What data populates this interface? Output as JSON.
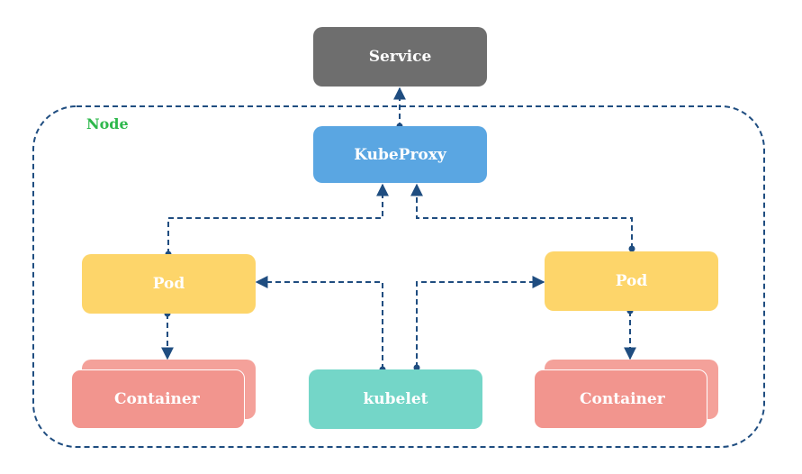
{
  "node": {
    "label": "Node"
  },
  "service": {
    "label": "Service"
  },
  "kubeproxy": {
    "label": "KubeProxy"
  },
  "pods": [
    {
      "label": "Pod"
    },
    {
      "label": "Pod"
    }
  ],
  "containers": [
    {
      "label": "Container"
    },
    {
      "label": "Container"
    }
  ],
  "kubelet": {
    "label": "kubelet"
  },
  "colors": {
    "service": "#6e6e6e",
    "kubeproxy": "#5aa6e2",
    "pod": "#fdd56a",
    "container": "#f2958e",
    "container_back": "#f4a19a",
    "kubelet": "#74d6c8",
    "edge": "#1f4d80",
    "node_label": "#2db84b"
  }
}
